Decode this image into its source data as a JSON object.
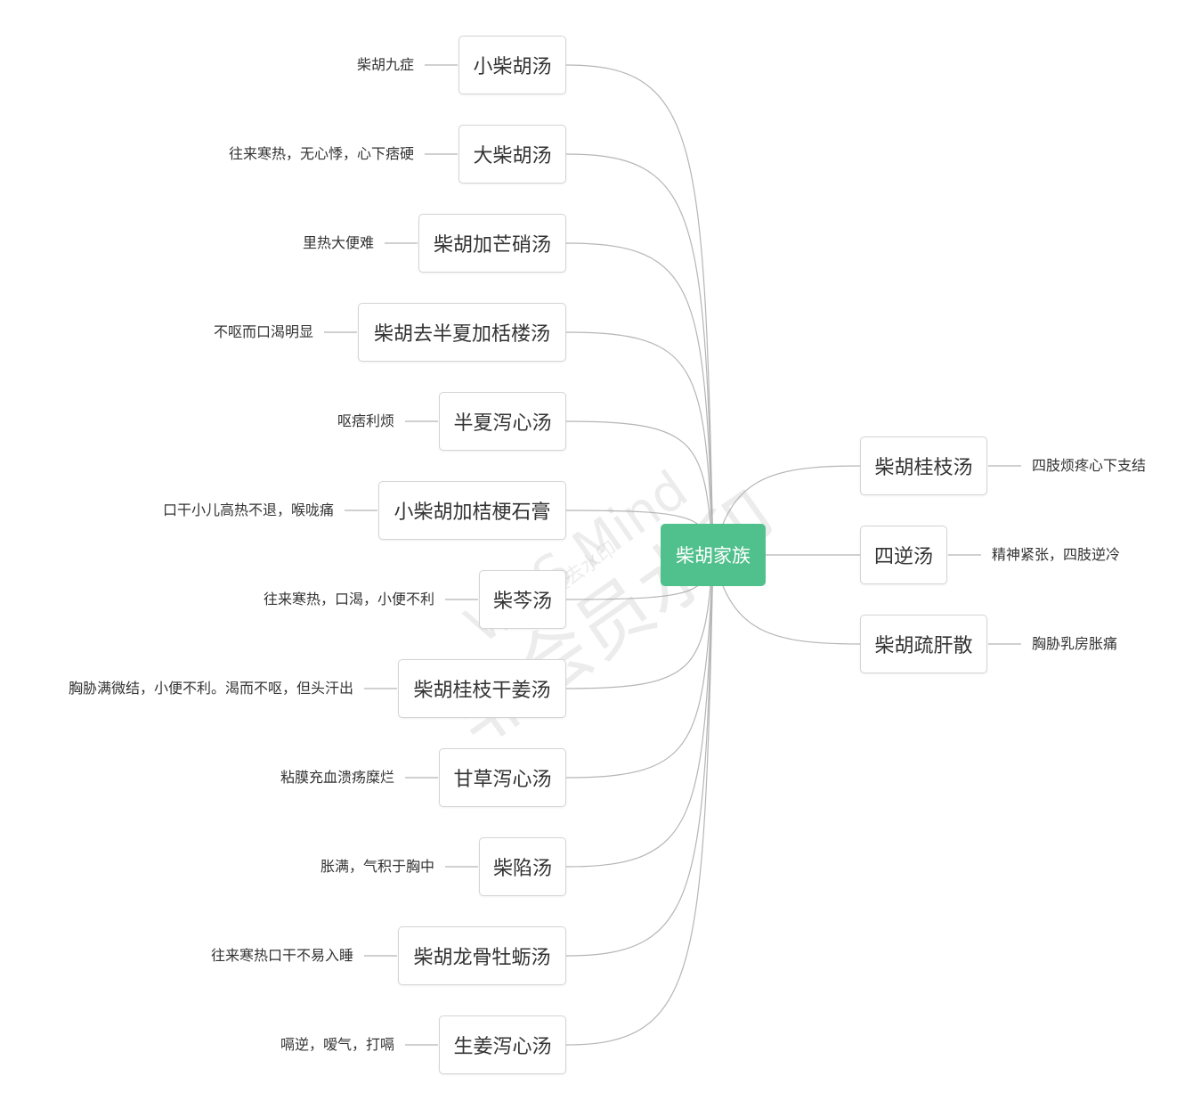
{
  "root": {
    "label": "柴胡家族"
  },
  "left_branches": [
    {
      "label": "小柴胡汤",
      "note": "柴胡九症"
    },
    {
      "label": "大柴胡汤",
      "note": "往来寒热，无心悸，心下痞硬"
    },
    {
      "label": "柴胡加芒硝汤",
      "note": "里热大便难"
    },
    {
      "label": "柴胡去半夏加栝楼汤",
      "note": "不呕而口渴明显"
    },
    {
      "label": "半夏泻心汤",
      "note": "呕痞利烦"
    },
    {
      "label": "小柴胡加桔梗石膏",
      "note": "口干小儿高热不退，喉咙痛"
    },
    {
      "label": "柴芩汤",
      "note": "往来寒热，口渴，小便不利"
    },
    {
      "label": "柴胡桂枝干姜汤",
      "note": "胸胁满微结，小便不利。渴而不呕，但头汗出"
    },
    {
      "label": "甘草泻心汤",
      "note": "粘膜充血溃疡糜烂"
    },
    {
      "label": "柴陷汤",
      "note": "胀满，气积于胸中"
    },
    {
      "label": "柴胡龙骨牡蛎汤",
      "note": "往来寒热口干不易入睡"
    },
    {
      "label": "生姜泻心汤",
      "note": "嗝逆，嗳气，打嗝"
    }
  ],
  "right_branches": [
    {
      "label": "柴胡桂枝汤",
      "note": "四肢烦疼心下支结"
    },
    {
      "label": "四逆汤",
      "note": "精神紧张，四肢逆冷"
    },
    {
      "label": "柴胡疏肝散",
      "note": "胸胁乳房胀痛"
    }
  ],
  "watermark": {
    "line1": "WPS Mind",
    "line2": "非会员水印",
    "line3": "WPS会员去水印"
  },
  "colors": {
    "root": "#50c08c",
    "connector": "#b5b5b5",
    "border": "#d4d4d4"
  }
}
